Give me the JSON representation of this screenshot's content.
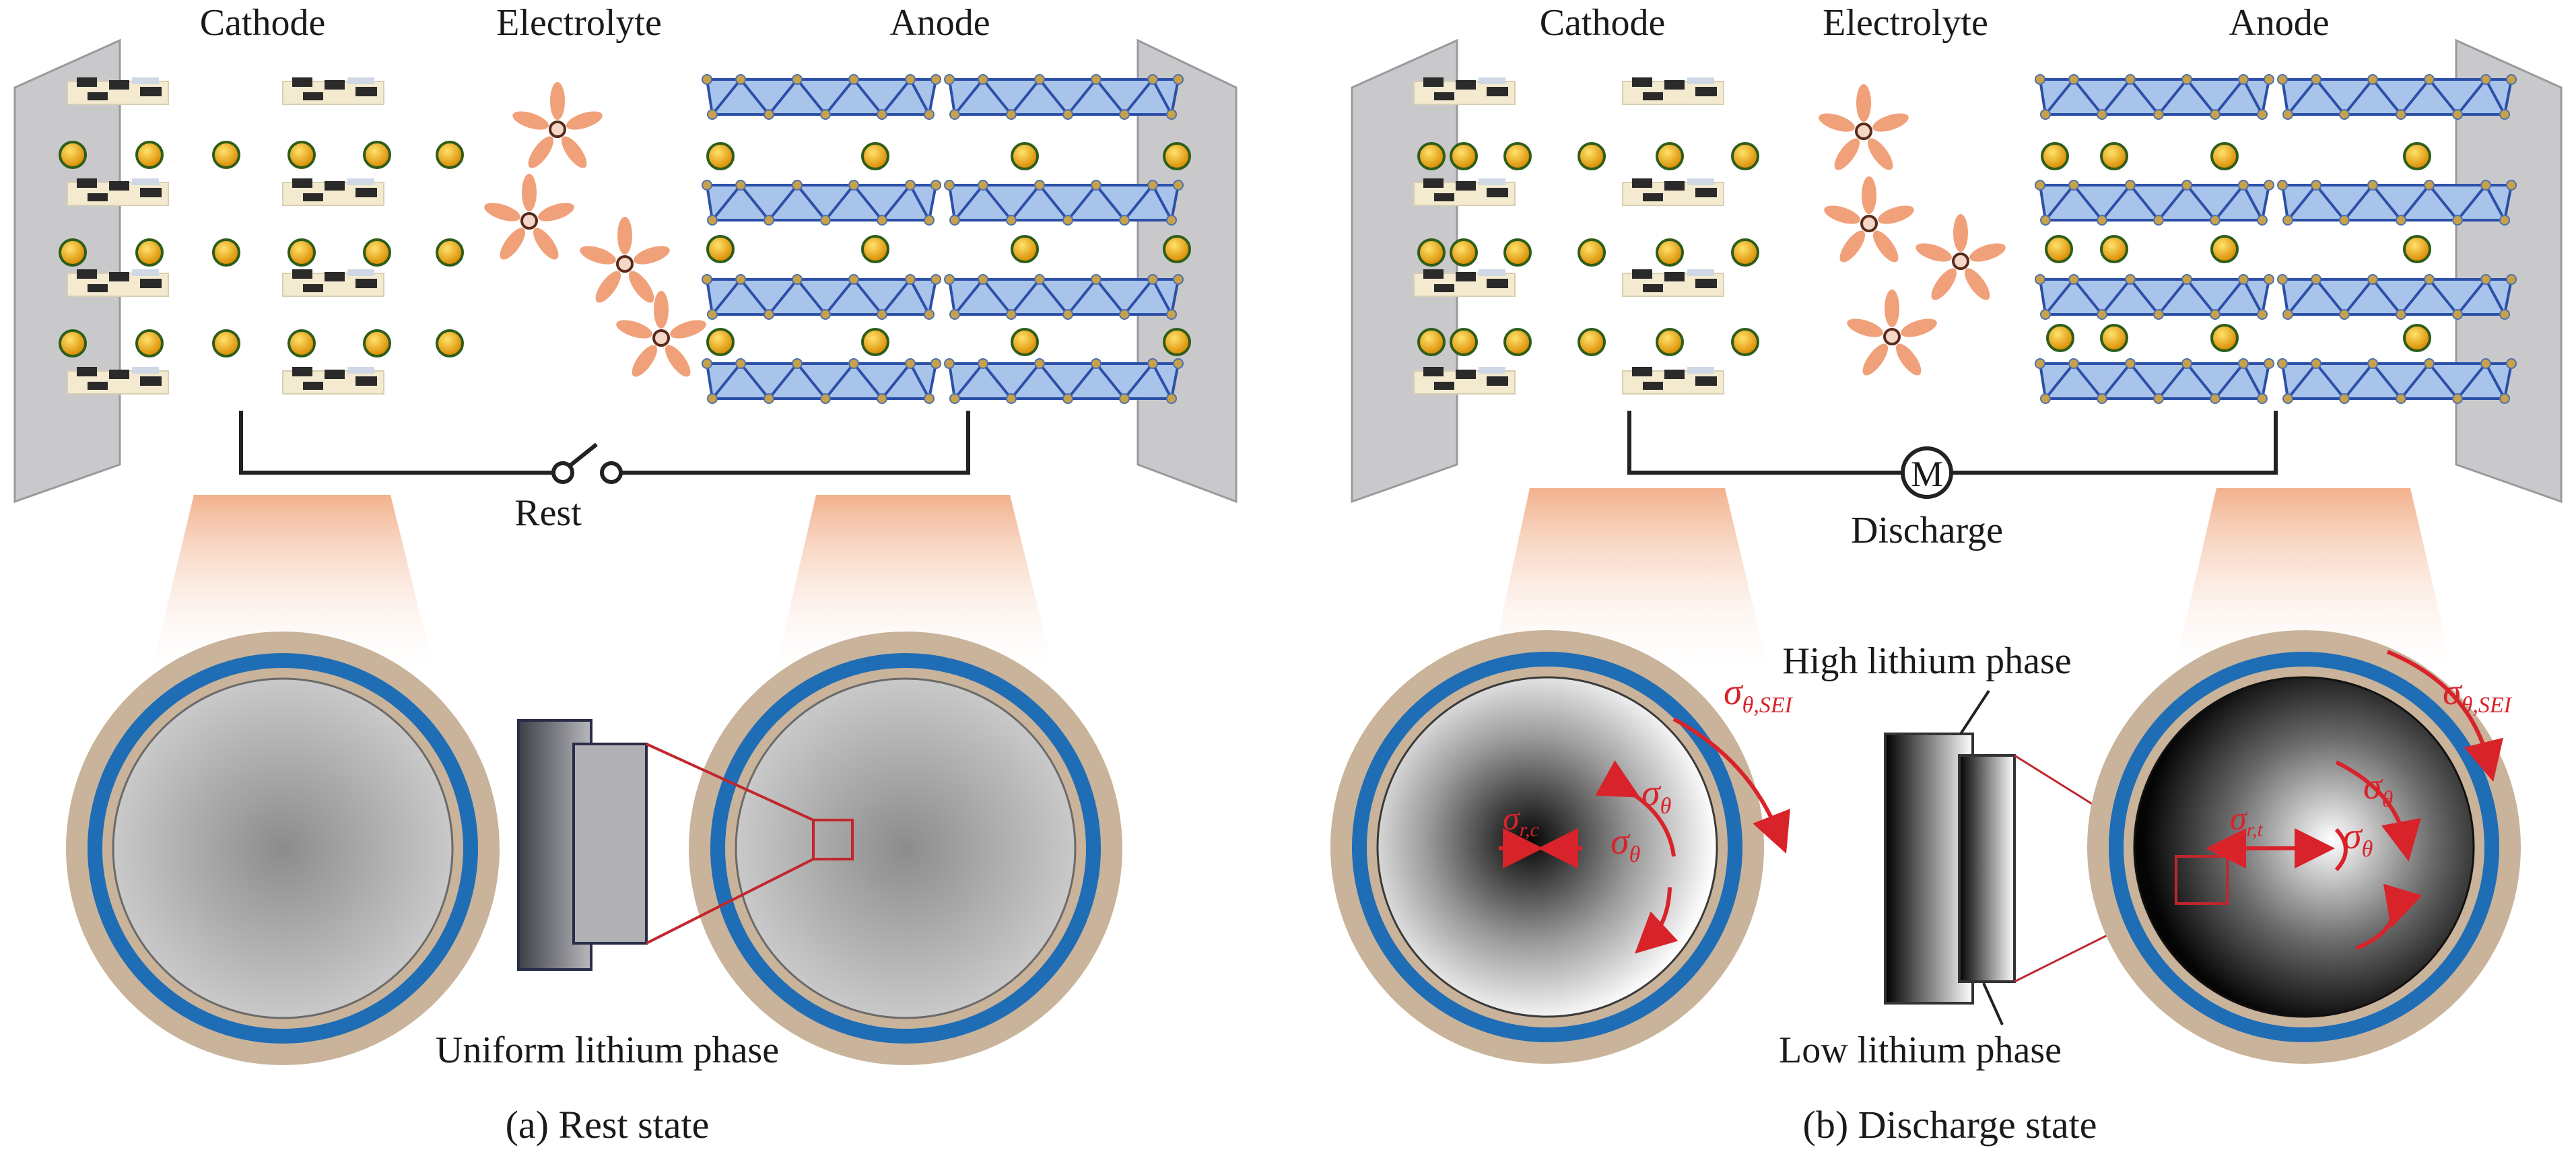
{
  "panels": [
    {
      "id": "rest",
      "cathode_label": "Cathode",
      "electrolyte_label": "Electrolyte",
      "anode_label": "Anode",
      "circuit_label": "Rest",
      "phase_label": "Uniform lithium phase",
      "caption": "(a) Rest state"
    },
    {
      "id": "discharge",
      "cathode_label": "Cathode",
      "electrolyte_label": "Electrolyte",
      "anode_label": "Anode",
      "circuit_label": "Discharge",
      "motor_label": "M",
      "high_phase_label": "High lithium phase",
      "low_phase_label": "Low lithium phase",
      "caption": "(b) Discharge state",
      "stress_labels": {
        "sigma": "σ",
        "theta": "θ",
        "theta_sei_sub": "θ,SEI",
        "r_c_sub": "r,c",
        "r_t_sub": "r,t"
      }
    }
  ],
  "colors": {
    "li_ion": "#e8a51c",
    "li_ion_edge": "#2f5d1a",
    "anode_layer": "#a9c4ea",
    "anode_edge": "#2c4fa8",
    "sei_blue": "#1f6db5",
    "sei_tan": "#c9b39a",
    "stress_red": "#d9232a",
    "collector": "#c9c9cc"
  }
}
